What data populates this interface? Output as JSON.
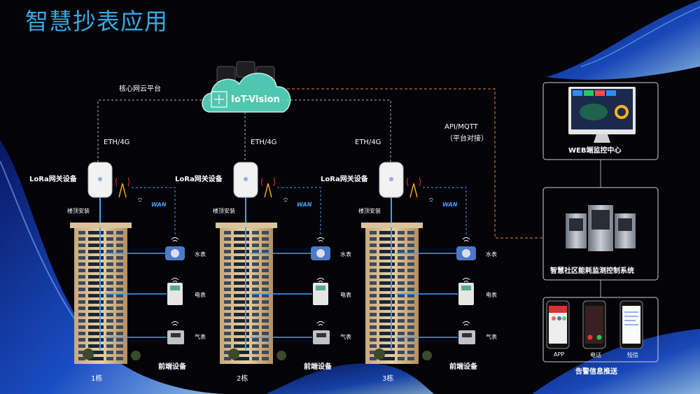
{
  "title": "智慧抄表应用",
  "cloud": {
    "name": "IoT-Vision",
    "label": "核心网云平台"
  },
  "links": {
    "backhaul": "ETH/4G",
    "api": "API/MQTT",
    "api_note": "（平台对接）",
    "wan": "WAN"
  },
  "buildings": [
    {
      "name": "1栋",
      "gateway": "LoRa网关设备",
      "install": "楼顶安装",
      "meters": [
        "水表",
        "电表",
        "气表"
      ],
      "front": "前端设备"
    },
    {
      "name": "2栋",
      "gateway": "LoRa网关设备",
      "install": "楼顶安装",
      "meters": [
        "水表",
        "电表",
        "气表"
      ],
      "front": "前端设备"
    },
    {
      "name": "3栋",
      "gateway": "LoRa网关设备",
      "install": "楼顶安装",
      "meters": [
        "水表",
        "电表",
        "气表"
      ],
      "front": "前端设备"
    }
  ],
  "right_panel": {
    "web": "WEB端监控中心",
    "system": "智慧社区能耗监测控制系统",
    "alerts": {
      "title": "告警信息推送",
      "items": [
        "APP",
        "电话",
        "短信"
      ]
    }
  },
  "colors": {
    "title": "#39a9e0",
    "cloud": "#4fc7b0",
    "link": "#3fa3ff",
    "api_link": "#e08a3a",
    "dash": "#bbbbbb"
  }
}
